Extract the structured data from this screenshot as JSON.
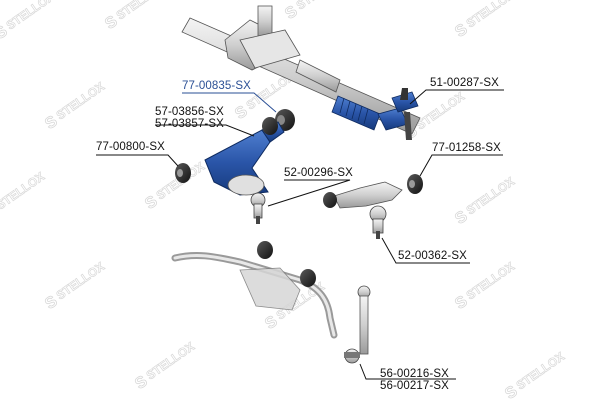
{
  "brand": {
    "watermark_text": "STELLOX",
    "watermark_color": "#b8b8b8"
  },
  "colors": {
    "highlight": "#2a4f95",
    "label": "#111111",
    "part_gray": "#d9d9d9",
    "part_blue": "#2a55a8",
    "rubber": "#2a2a2a"
  },
  "parts": {
    "part_77_00835": "77-00835-SX",
    "part_51_00287": "51-00287-SX",
    "part_57_03856": "57-03856-SX",
    "part_57_03857": "57-03857-SX",
    "part_77_00800": "77-00800-SX",
    "part_77_01258": "77-01258-SX",
    "part_52_00296": "52-00296-SX",
    "part_52_00362": "52-00362-SX",
    "part_56_00216": "56-00216-SX",
    "part_56_00217": "56-00217-SX"
  }
}
